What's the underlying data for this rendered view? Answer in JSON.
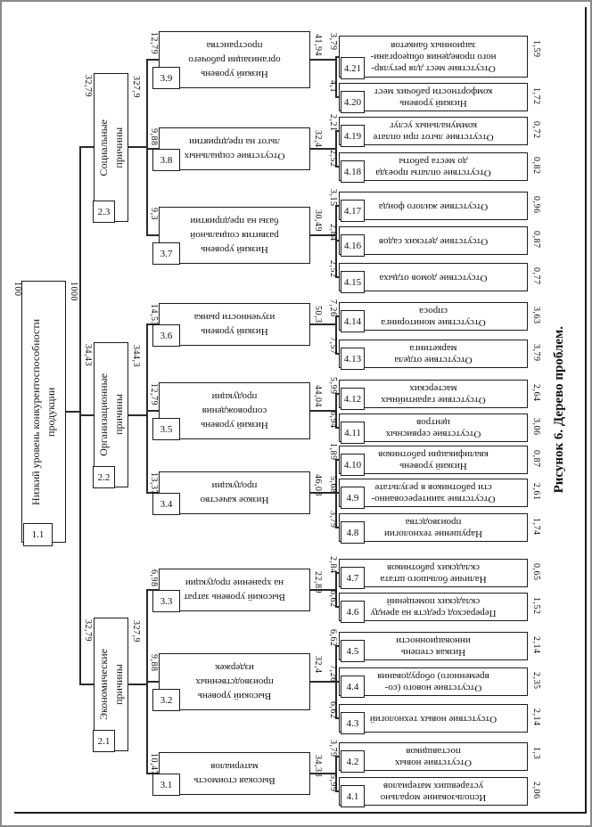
{
  "page": {
    "caption": "Рисунок 6. Дерево проблем."
  },
  "nodes": {
    "n1_1": {
      "id": "1.1",
      "label": "Низкий уровень конкурентоспособности\nпродукции",
      "weight": "100",
      "value": "1000"
    },
    "n2_1": {
      "id": "2.1",
      "label": "Экономические\nпричины",
      "weight": "32,79",
      "value": "327,9"
    },
    "n2_2": {
      "id": "2.2",
      "label": "Организационные\nпричины",
      "weight": "34,43",
      "value": "344,3"
    },
    "n2_3": {
      "id": "2.3",
      "label": "Социальные\nпричины",
      "weight": "32,79",
      "value": "327,9"
    },
    "n3_1": {
      "id": "3.1",
      "label": "Высокая стоимость\nматериалов",
      "weight": "10,47",
      "value": "34,33"
    },
    "n3_2": {
      "id": "3.2",
      "label": "Высокий уровень\nпроизводственных\nиздержек",
      "weight": "9,88",
      "value": "32,4"
    },
    "n3_3": {
      "id": "3.3",
      "label": "Высокий уровень затрат\nна хранение продукции",
      "weight": "6,98",
      "value": "22,89"
    },
    "n3_4": {
      "id": "3.4",
      "label": "Низкое качество\nпродукции",
      "weight": "13,37",
      "value": "46,03"
    },
    "n3_5": {
      "id": "3.5",
      "label": "Низкий уровень\nсопровождения\nпродукции",
      "weight": "12,79",
      "value": "44,04"
    },
    "n3_6": {
      "id": "3.6",
      "label": "Низкий уровень\nизученности рынка",
      "weight": "14,53",
      "value": "50,3"
    },
    "n3_7": {
      "id": "3.7",
      "label": "Низкий уровень\nразвития социальной\nбазы на предприятии",
      "weight": "9,3",
      "value": "30,49"
    },
    "n3_8": {
      "id": "3.8",
      "label": "Отсутствие социальных\nльгот на предприятии",
      "weight": "9,88",
      "value": "32,4"
    },
    "n3_9": {
      "id": "3.9",
      "label": "Низкий уровень\nорганизации рабочего\nпространства",
      "weight": "12,79",
      "value": "41,94"
    },
    "n4_1": {
      "id": "4.1",
      "label": "Использование морально\nустаревших материалов",
      "weight": "5,99",
      "value": "2,06"
    },
    "n4_2": {
      "id": "4.2",
      "label": "Отсутствие новых\nпоставщиков",
      "weight": "3,79",
      "value": "1,3"
    },
    "n4_3": {
      "id": "4.3",
      "label": "Отсутствие новых технологий",
      "weight": "6,62",
      "value": "2,14"
    },
    "n4_4": {
      "id": "4.4",
      "label": "Отсутствие нового (со-\nвременного) оборудования",
      "weight": "7,26",
      "value": "2,35"
    },
    "n4_5": {
      "id": "4.5",
      "label": "Низкая степень\nинновационности",
      "weight": "6,62",
      "value": "2,14"
    },
    "n4_6": {
      "id": "4.6",
      "label": "Перерасход средств на аренду\nскладских помещений",
      "weight": "6,62",
      "value": "1,52"
    },
    "n4_7": {
      "id": "4.7",
      "label": "Наличие большого штата\nскладских работников",
      "weight": "2,84",
      "value": "0,65"
    },
    "n4_8": {
      "id": "4.8",
      "label": "Нарушение технологии\nпроизводства",
      "weight": "3,79",
      "value": "1,74"
    },
    "n4_9": {
      "id": "4.9",
      "label": "Отсутствие заинтересованно-\nсти работников в результате",
      "weight": "5,68",
      "value": "2,61"
    },
    "n4_10": {
      "id": "4.10",
      "label": "Низкий уровень\nквалификации работников",
      "weight": "1,89",
      "value": "0,87"
    },
    "n4_11": {
      "id": "4.11",
      "label": "Отсутствие сервисных\nцентров",
      "weight": "6,94",
      "value": "3,06"
    },
    "n4_12": {
      "id": "4.12",
      "label": "Отсутствие гарантийных\nмастерских",
      "weight": "5,99",
      "value": "2,64"
    },
    "n4_13": {
      "id": "4.13",
      "label": "Отсутствие отдела\nмаркетинга",
      "weight": "7,57",
      "value": "3,79"
    },
    "n4_14": {
      "id": "4.14",
      "label": "Отсутствие мониторинга\nспроса",
      "weight": "7,26",
      "value": "3,63"
    },
    "n4_15": {
      "id": "4.15",
      "label": "Отсутствие домов отдыха",
      "weight": "2,52",
      "value": "0,77"
    },
    "n4_16": {
      "id": "4.16",
      "label": "Отсутствие детских садов",
      "weight": "2,84",
      "value": "0,87"
    },
    "n4_17": {
      "id": "4.17",
      "label": "Отсутствие жилого фонда",
      "weight": "3,15",
      "value": "0,96"
    },
    "n4_18": {
      "id": "4.18",
      "label": "Отсутствие оплаты проезда\nдо места работы",
      "weight": "2,52",
      "value": "0,82"
    },
    "n4_19": {
      "id": "4.19",
      "label": "Отсутствие льгот при оплате\nкоммунальных услуг",
      "weight": "2,21",
      "value": "0,72"
    },
    "n4_20": {
      "id": "4.20",
      "label": "Низкий уровень\nкомфортности рабочих мест",
      "weight": "4,1",
      "value": "1,72"
    },
    "n4_21": {
      "id": "4.21",
      "label": "Отсутствие мест для регуляр-\nного проведения общеоргани-\nзационных банкетов",
      "weight": "3,79",
      "value": "1,59"
    }
  }
}
